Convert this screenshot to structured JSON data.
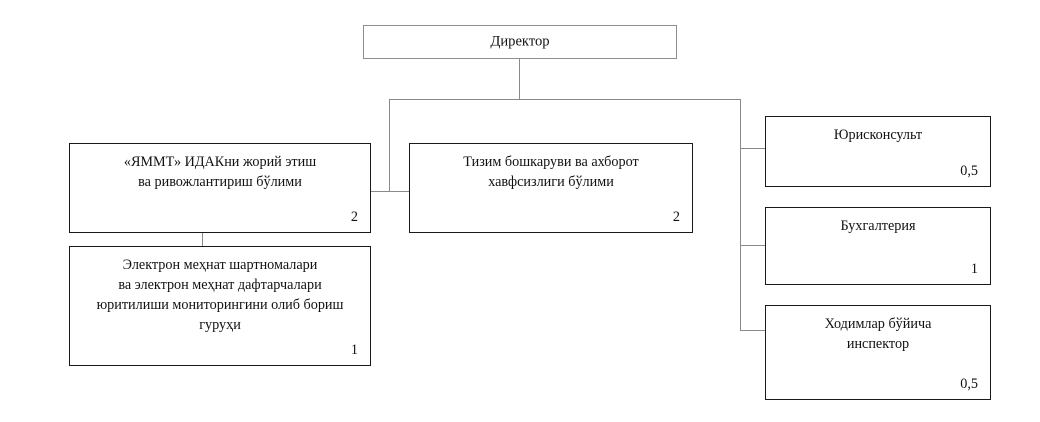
{
  "diagram": {
    "title": "Organizational structure chart",
    "language": "uz-Cyrl",
    "line_color": "#8a8a8a",
    "box_border_color": "#1a1a1a",
    "root_box_border_color": "#8d8d8d",
    "background": "#ffffff"
  },
  "nodes": {
    "director": {
      "label": "Директор",
      "count": ""
    },
    "yammt_department": {
      "label": "«ЯММТ» ИДАКни жорий этиш\nва ривожлантириш бўлими",
      "count": "2"
    },
    "monitoring_group": {
      "label": "Электрон меҳнат шартномалари\nва электрон меҳнат дафтарчалари\nюритилиши мониторингини олиб бориш\nгуруҳи",
      "count": "1"
    },
    "system_security_department": {
      "label": "Тизим бошкаруви ва ахборот\nхавфсизлиги бўлими",
      "count": "2"
    },
    "legal_counsel": {
      "label": "Юрисконсульт",
      "count": "0,5"
    },
    "accounting": {
      "label": "Бухгалтерия",
      "count": "1"
    },
    "hr_inspector": {
      "label": "Ходимлар бўйича\nинспектор",
      "count": "0,5"
    }
  }
}
